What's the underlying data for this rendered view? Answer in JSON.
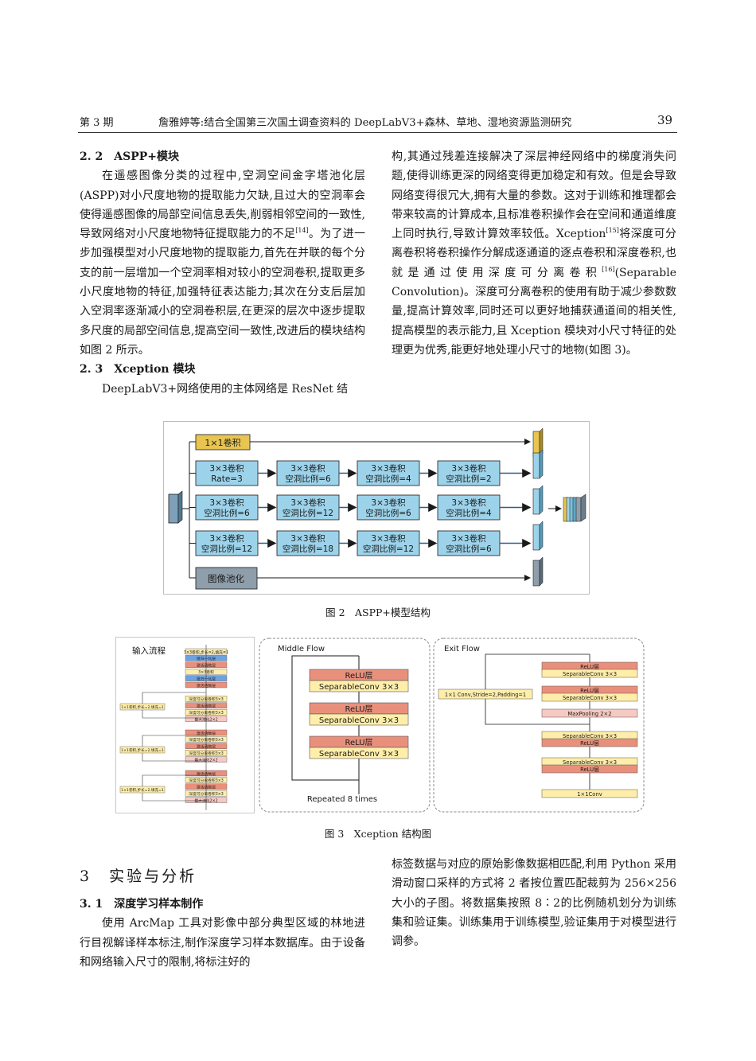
{
  "header": {
    "issue": "第 3 期",
    "title": "詹雅婷等:结合全国第三次国土调查资料的 DeepLabV3+森林、草地、湿地资源监测研究",
    "page": "39"
  },
  "left_col": {
    "s22_title": "2. 2　ASPP+模块",
    "s22_p1a": "在遥感图像分类的过程中,空洞空间金字塔池化层(ASPP)对小尺度地物的提取能力欠缺,且过大的空洞率会使得遥感图像的局部空间信息丢失,削弱相邻空间的一致性,导致网络对小尺度地物特征提取能力的不足",
    "s22_cite": "[14]",
    "s22_p1b": "。为了进一步加强模型对小尺度地物的提取能力,首先在并联的每个分支的前一层增加一个空洞率相对较小的空洞卷积,提取更多小尺度地物的特征,加强特征表达能力;其次在分支后层加入空洞率逐渐减小的空洞卷积层,在更深的层次中逐步提取多尺度的局部空间信息,提高空间一致性,改进后的模块结构如图 2 所示。",
    "s23_title": "2. 3　Xception 模块",
    "s23_p1": "DeepLabV3+网络使用的主体网络是 ResNet 结"
  },
  "right_col": {
    "p_a": "构,其通过残差连接解决了深层神经网络中的梯度消失问题,使得训练更深的网络变得更加稳定和有效。但是会导致网络变得很冗大,拥有大量的参数。这对于训练和推理都会带来较高的计算成本,且标准卷积操作会在空间和通道维度上同时执行,导致计算效率较低。Xception",
    "cite15": "[15]",
    "p_b": "将深度可分离卷积将卷积操作分解成逐通道的逐点卷积和深度卷积,也就是通过使用深度可分离卷积",
    "cite16": "[16]",
    "p_c": "(Separable Convolution)。深度可分离卷积的使用有助于减少参数数量,提高计算效率,同时还可以更好地捕获通道间的相关性,提高模型的表示能力,且 Xception 模块对小尺寸特征的处理更为优秀,能更好地处理小尺寸的地物(如图 3)。"
  },
  "fig2": {
    "caption": "图 2　ASPP+模型结构",
    "top_label": "1×1卷积",
    "bottom_label": "图像池化",
    "rows": [
      [
        [
          "3×3卷积",
          "Rate=3"
        ],
        [
          "3×3卷积",
          "空洞比例=6"
        ],
        [
          "3×3卷积",
          "空洞比例=4"
        ],
        [
          "3×3卷积",
          "空洞比例=2"
        ]
      ],
      [
        [
          "3×3卷积",
          "空洞比例=6"
        ],
        [
          "3×3卷积",
          "空洞比例=12"
        ],
        [
          "3×3卷积",
          "空洞比例=6"
        ],
        [
          "3×3卷积",
          "空洞比例=4"
        ]
      ],
      [
        [
          "3×3卷积",
          "空洞比例=12"
        ],
        [
          "3×3卷积",
          "空洞比例=18"
        ],
        [
          "3×3卷积",
          "空洞比例=12"
        ],
        [
          "3×3卷积",
          "空洞比例=6"
        ]
      ]
    ],
    "colors": {
      "blue": "#9dd3ea",
      "yellow": "#e8c451",
      "gray": "#8e9eab",
      "arrow": "#2f5b8a"
    }
  },
  "fig3": {
    "caption": "图 3　Xception 结构图",
    "entry_title": "输入流程",
    "middle_title": "Middle Flow",
    "middle_blocks": [
      [
        "ReLU层",
        "SeparableConv 3×3"
      ],
      [
        "ReLU层",
        "SeparableConv 3×3"
      ],
      [
        "ReLU层",
        "SeparableConv 3×3"
      ]
    ],
    "middle_repeat": "Repeated 8 times",
    "exit_title": "Exit Flow",
    "exit_side": "1×1 Conv,Stride=2,Padding=1",
    "exit_blocks": [
      "ReLU层",
      "SeparableConv 3×3",
      "ReLU层",
      "SeparableConv 3×3",
      "MaxPooling 2×2",
      "SeparableConv 3×3",
      "ReLU层",
      "SeparableConv 3×3",
      "ReLU层",
      "1×1Conv"
    ],
    "entry_side": [
      "1×1卷积,步长=2,填充=1",
      "1×1卷积,步长=2,填充=1",
      "1×1卷积,步长=2,填充=1"
    ],
    "entry_stack": [
      "3×3卷积,步长=2,填充=1",
      "批归一化层",
      "激活函数层",
      "3×3卷积",
      "批归一化层",
      "激活函数层",
      "深度可分离卷积3×3",
      "激活函数层",
      "深度可分离卷积3×3",
      "最大池化2×2",
      "激活函数层",
      "深度可分离卷积3×3",
      "激活函数层",
      "深度可分离卷积3×3",
      "最大池化2×2",
      "激活函数层",
      "深度可分离卷积3×3",
      "激活函数层",
      "深度可分离卷积3×3",
      "最大池化2×2"
    ],
    "colors": {
      "salmon": "#e9907c",
      "pink": "#f6c9c2",
      "yellow": "#ffeeaa",
      "blue": "#6ea2de"
    }
  },
  "section3": {
    "title": "3　实验与分析",
    "s31_title": "3. 1　深度学习样本制作",
    "s31_p1": "使用 ArcMap 工具对影像中部分典型区域的林地进行目视解译样本标注,制作深度学习样本数据库。由于设备和网络输入尺寸的限制,将标注好的",
    "r_p1": "标签数据与对应的原始影像数据相匹配,利用 Python 采用滑动窗口采样的方式将 2 者按位置匹配裁剪为 256×256 大小的子图。将数据集按照 8∶2的比例随机划分为训练集和验证集。训练集用于训练模型,验证集用于对模型进行调参。"
  }
}
